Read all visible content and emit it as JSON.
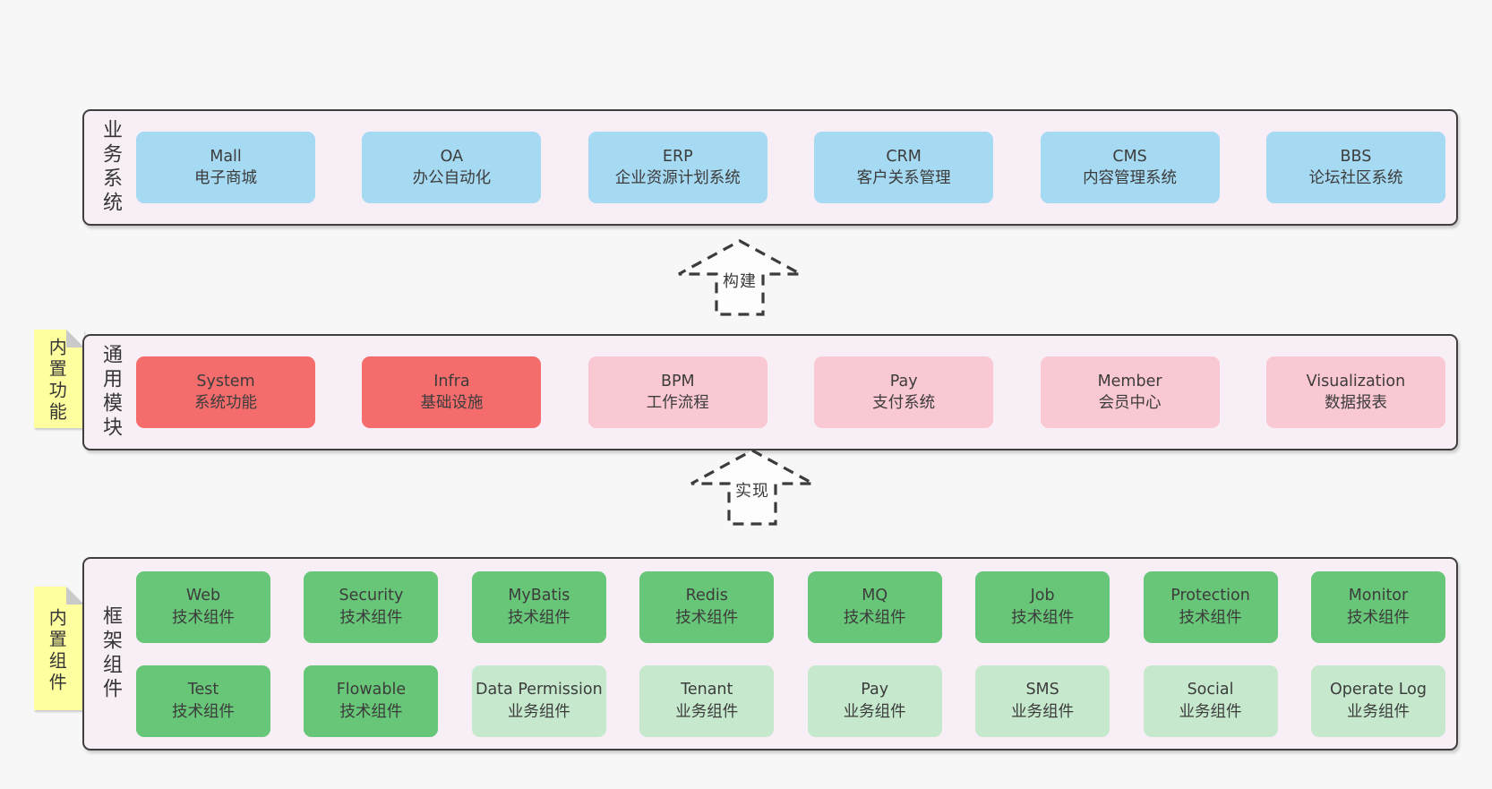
{
  "colors": {
    "page_background": "#f7f7f7",
    "container_background": "#f8eef6",
    "container_border": "#3f3f3f",
    "text": "#3c3c3c",
    "blue_box": "#a6d9f2",
    "red_box": "#f56c6c",
    "pink_box": "#fac8d2",
    "green_box": "#67c677",
    "light_green_box": "#c6e9cd",
    "sticky_note": "#feff9e",
    "sticky_note_fold": "#c9c9c9"
  },
  "arrows": [
    {
      "label": "构建"
    },
    {
      "label": "实现"
    }
  ],
  "layers": [
    {
      "id": "business-systems",
      "label": "业务系统",
      "rows": [
        [
          {
            "name": "Mall",
            "desc": "电子商城",
            "variant": "blue"
          },
          {
            "name": "OA",
            "desc": "办公自动化",
            "variant": "blue"
          },
          {
            "name": "ERP",
            "desc": "企业资源计划系统",
            "variant": "blue"
          },
          {
            "name": "CRM",
            "desc": "客户关系管理",
            "variant": "blue"
          },
          {
            "name": "CMS",
            "desc": "内容管理系统",
            "variant": "blue"
          },
          {
            "name": "BBS",
            "desc": "论坛社区系统",
            "variant": "blue"
          }
        ]
      ]
    },
    {
      "id": "common-modules",
      "label": "通用模块",
      "note": "内置功能",
      "rows": [
        [
          {
            "name": "System",
            "desc": "系统功能",
            "variant": "red"
          },
          {
            "name": "Infra",
            "desc": "基础设施",
            "variant": "red"
          },
          {
            "name": "BPM",
            "desc": "工作流程",
            "variant": "pink"
          },
          {
            "name": "Pay",
            "desc": "支付系统",
            "variant": "pink"
          },
          {
            "name": "Member",
            "desc": "会员中心",
            "variant": "pink"
          },
          {
            "name": "Visualization",
            "desc": "数据报表",
            "variant": "pink"
          }
        ]
      ]
    },
    {
      "id": "framework-components",
      "label": "框架组件",
      "note": "内置组件",
      "rows": [
        [
          {
            "name": "Web",
            "desc": "技术组件",
            "variant": "green"
          },
          {
            "name": "Security",
            "desc": "技术组件",
            "variant": "green"
          },
          {
            "name": "MyBatis",
            "desc": "技术组件",
            "variant": "green"
          },
          {
            "name": "Redis",
            "desc": "技术组件",
            "variant": "green"
          },
          {
            "name": "MQ",
            "desc": "技术组件",
            "variant": "green"
          },
          {
            "name": "Job",
            "desc": "技术组件",
            "variant": "green"
          },
          {
            "name": "Protection",
            "desc": "技术组件",
            "variant": "green"
          },
          {
            "name": "Monitor",
            "desc": "技术组件",
            "variant": "green"
          }
        ],
        [
          {
            "name": "Test",
            "desc": "技术组件",
            "variant": "green"
          },
          {
            "name": "Flowable",
            "desc": "技术组件",
            "variant": "green"
          },
          {
            "name": "Data Permission",
            "desc": "业务组件",
            "variant": "lightgreen"
          },
          {
            "name": "Tenant",
            "desc": "业务组件",
            "variant": "lightgreen"
          },
          {
            "name": "Pay",
            "desc": "业务组件",
            "variant": "lightgreen"
          },
          {
            "name": "SMS",
            "desc": "业务组件",
            "variant": "lightgreen"
          },
          {
            "name": "Social",
            "desc": "业务组件",
            "variant": "lightgreen"
          },
          {
            "name": "Operate Log",
            "desc": "业务组件",
            "variant": "lightgreen"
          }
        ]
      ]
    }
  ]
}
